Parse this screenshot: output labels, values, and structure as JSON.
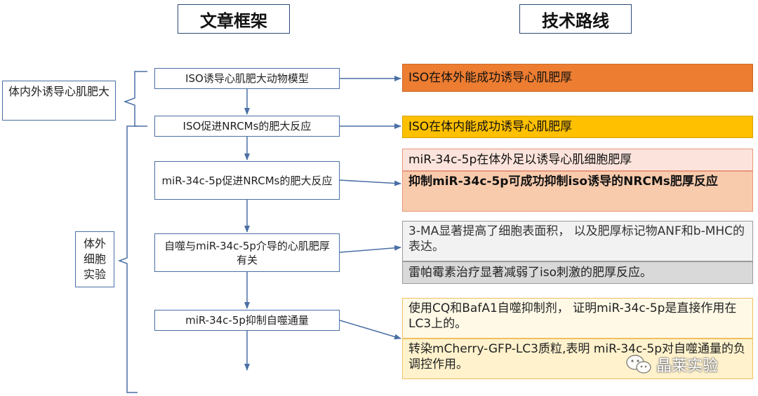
{
  "headers": {
    "framework": "文章框架",
    "route": "技术路线"
  },
  "side_labels": {
    "in_vivo_vitro": "体内外诱导心肌肥大",
    "in_vitro_line1": "体外",
    "in_vitro_line2": "细胞",
    "in_vitro_line3": "实验"
  },
  "steps": [
    "ISO诱导心肌肥大动物模型",
    "ISO促进NRCMs的肥大反应",
    "miR-34c-5p促进NRCMs的肥大反应",
    "自噬与miR-34c-5p介导的心肌肥厚有关",
    "miR-34c-5p抑制自噬通量"
  ],
  "results": {
    "r1": "ISO在体外能成功诱导心肌肥厚",
    "r2": "ISO在体内能成功诱导心肌肥厚",
    "r3a": "miR-34c-5p在体外足以诱导心肌细胞肥厚",
    "r3b": "抑制miR-34c-5p可成功抑制iso诱导的NRCMs肥厚反应",
    "r4a": "3-MA显著提高了细胞表面积， 以及肥厚标记物ANF和b-MHC的表达。",
    "r4b": "雷帕霉素治疗显著减弱了iso刺激的肥厚反应。",
    "r5a": "使用CQ和BafA1自噬抑制剂， 证明miR-34c-5p是直接作用在LC3上的。",
    "r5b": "转染mCherry-GFP-LC3质粒,表明 miR-34c-5p对自噬通量的负调控作用。"
  },
  "watermark": "晶莱实验",
  "colors": {
    "orange": "#ed7d31",
    "yellow": "#ffc000",
    "line": "#4a6fa5"
  }
}
